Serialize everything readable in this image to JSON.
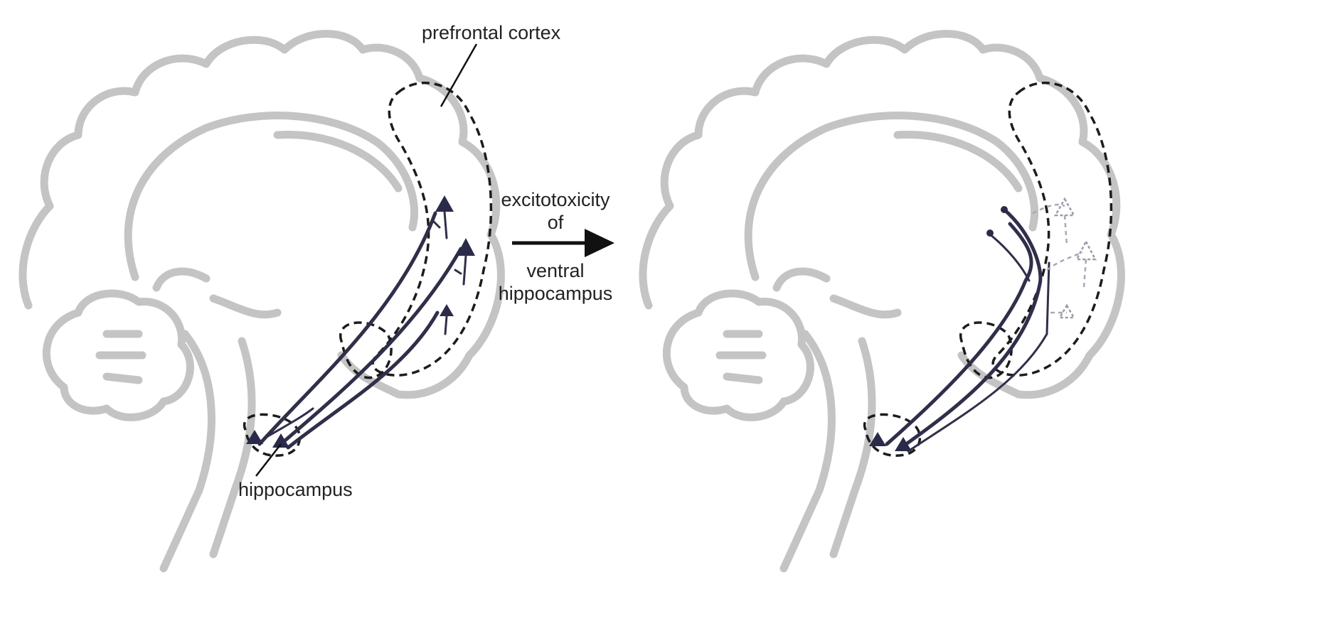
{
  "labels": {
    "prefrontal_cortex": "prefrontal cortex",
    "hippocampus": "hippocampus",
    "arrow_line1": "excitotoxicity",
    "arrow_line2": "of",
    "arrow_line3": "ventral",
    "arrow_line4": "hippocampus"
  },
  "colors": {
    "brain_outline": "#c4c4c4",
    "axons": "#2f2f4a",
    "dashed_regions": "#1c1c1c"
  }
}
